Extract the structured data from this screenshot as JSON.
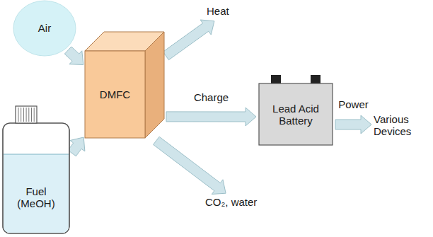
{
  "diagram": {
    "nodes": [
      {
        "text": [
          "Air"
        ]
      },
      {
        "text": [
          "Fuel (MeOH)"
        ]
      },
      {
        "text": [
          "DMFC"
        ]
      },
      {
        "text": [
          "Heat"
        ]
      },
      {
        "text": [
          "Lead Acid Battery"
        ]
      },
      {
        "text": [
          "Various Devices"
        ]
      },
      {
        "text": [
          "CO₂, water"
        ]
      }
    ],
    "edges": [
      {
        "from": 0,
        "to": 2,
        "arrow": "to"
      },
      {
        "from": 1,
        "to": 2,
        "arrow": "to"
      },
      {
        "from": 2,
        "to": 3,
        "arrow": "to"
      },
      {
        "from": 2,
        "to": 4,
        "label": "Charge",
        "arrow": "to"
      },
      {
        "from": 2,
        "to": 6,
        "arrow": "to"
      },
      {
        "from": 4,
        "to": 5,
        "label": "Power",
        "arrow": "to"
      }
    ]
  }
}
